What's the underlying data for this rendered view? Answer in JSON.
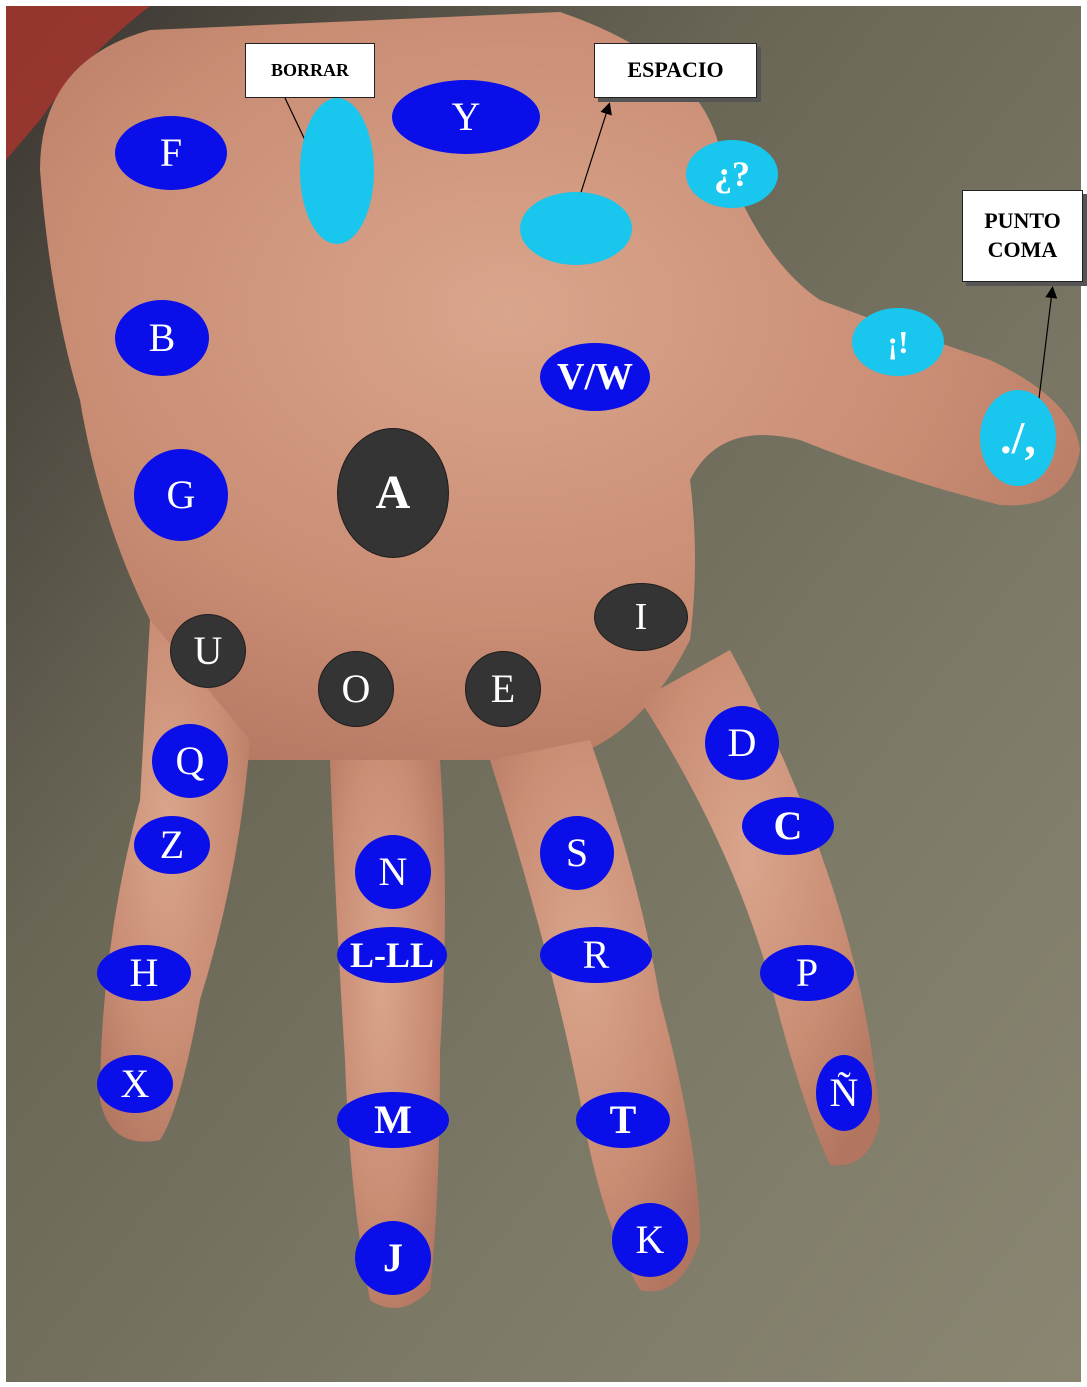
{
  "colors": {
    "blue_key": "#0a0ee8",
    "cyan_key": "#18c6ee",
    "vowel_key": "#343434",
    "background": "#6f6c5e",
    "skin": "#d4a088"
  },
  "keys": {
    "f": "F",
    "b": "B",
    "g": "G",
    "y": "Y",
    "vw": "V/W",
    "a": "A",
    "i": "I",
    "u": "U",
    "o": "O",
    "e": "E",
    "q": "Q",
    "z": "Z",
    "h": "H",
    "x": "X",
    "n": "N",
    "lll": "L-LL",
    "m": "M",
    "j": "J",
    "s": "S",
    "r": "R",
    "t": "T",
    "k": "K",
    "d": "D",
    "c": "C",
    "p": "P",
    "enye": "Ñ",
    "question": "¿?",
    "exclaim": "¡!",
    "punct": "./,"
  },
  "callouts": {
    "borrar": "BORRAR",
    "espacio": "ESPACIO",
    "punto": "PUNTO",
    "coma": "COMA"
  }
}
